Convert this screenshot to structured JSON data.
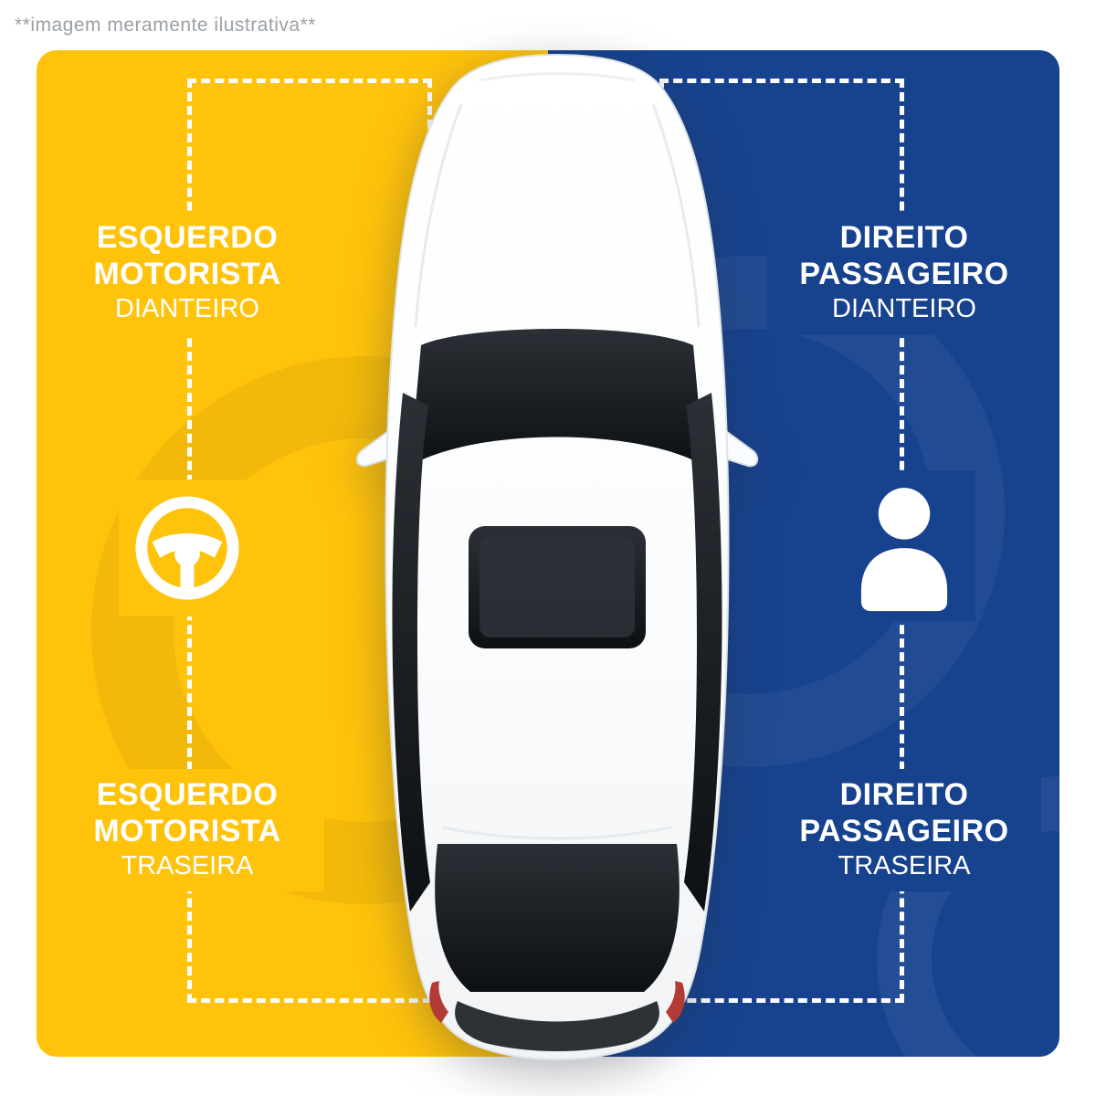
{
  "disclaimer": "**imagem meramente ilustrativa**",
  "colors": {
    "driver_panel": "#FFC30B",
    "passenger_panel": "#16428E",
    "label_text": "#FFFFFF",
    "disclaimer_text": "#9E9E9E"
  },
  "driver_side": {
    "front_label": {
      "line1": "ESQUERDO",
      "line2": "MOTORISTA",
      "line3": "DIANTEIRO"
    },
    "rear_label": {
      "line1": "ESQUERDO",
      "line2": "MOTORISTA",
      "line3": "TRASEIRA"
    },
    "icon": "steering-wheel-icon"
  },
  "passenger_side": {
    "front_label": {
      "line1": "DIREITO",
      "line2": "PASSAGEIRO",
      "line3": "DIANTEIRO"
    },
    "rear_label": {
      "line1": "DIREITO",
      "line2": "PASSAGEIRO",
      "line3": "TRASEIRA"
    },
    "icon": "person-icon"
  }
}
